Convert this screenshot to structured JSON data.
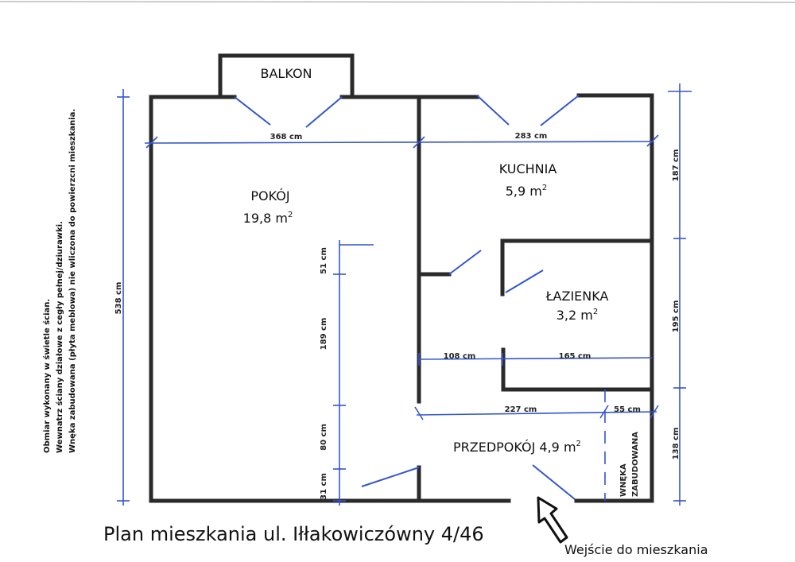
{
  "rooms": {
    "balkon": "BALKON",
    "pokoj": {
      "name": "POKÓJ",
      "area": "19,8 m",
      "sup": "2"
    },
    "kuchnia": {
      "name": "KUCHNIA",
      "area": "5,9 m",
      "sup": "2"
    },
    "lazienka": {
      "name": "ŁAZIENKA",
      "area": "3,2 m",
      "sup": "2"
    },
    "przedpokoj": {
      "name": "PRZEDPOKÓJ 4,9 m",
      "sup": "2"
    },
    "wneka": [
      "WNĘKA",
      "ZABUDOWANA"
    ]
  },
  "dimensions": {
    "top_left": "368 cm",
    "top_right": "283 cm",
    "left_total": "538 cm",
    "right_top": "187 cm",
    "right_mid": "195 cm",
    "right_bottom": "138 cm",
    "inner_51": "51 cm",
    "inner_189": "189 cm",
    "inner_80": "80 cm",
    "inner_31": "31 cm",
    "bath_left": "108 cm",
    "bath_right": "165 cm",
    "hall_left": "227 cm",
    "hall_right": "55 cm"
  },
  "notes": [
    "Obmiar wykonany w świetle ścian.",
    "Wewnatrz ściany działowe  z cegły pełnej/dziurawki.",
    "Wnęka zabudowana (płyta meblowa) nie wliczona do powierzcni mieszkania."
  ],
  "title": "Plan mieszkania ul. Iłłakowiczówny 4/46",
  "entrance": "Wejście do mieszkania"
}
